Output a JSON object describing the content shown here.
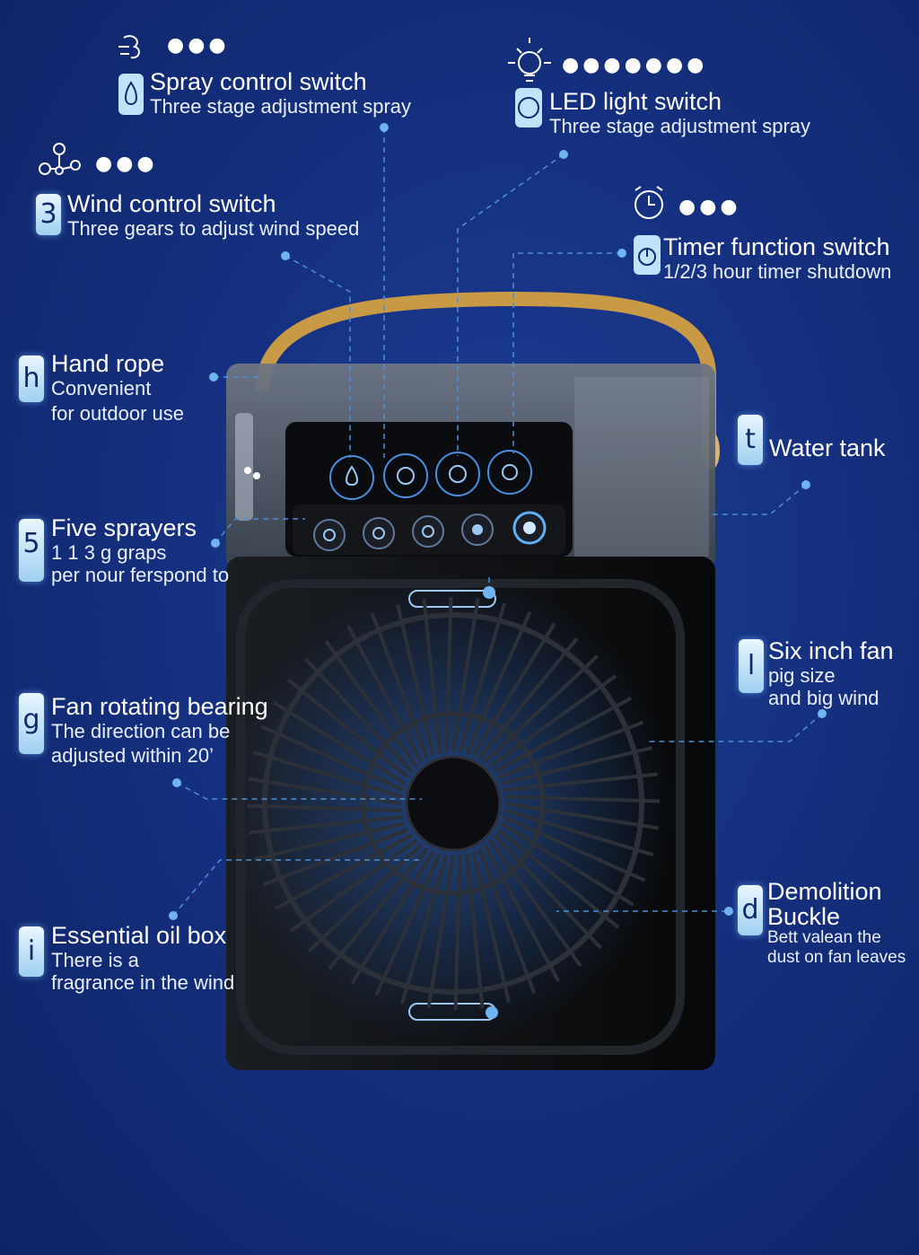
{
  "callouts": {
    "spray": {
      "title": "Spray control switch",
      "sub": "Three stage adjustment spray"
    },
    "led": {
      "title": "LED light switch",
      "sub": "Three stage adjustment spray"
    },
    "wind": {
      "badge": "3",
      "title": "Wind control switch",
      "sub": "Three gears to adjust wind speed"
    },
    "timer": {
      "title": "Timer function switch",
      "sub": "1/2/3 hour timer shutdown"
    },
    "hand": {
      "badge": "h",
      "title": "Hand rope",
      "sub1": "Convenient",
      "sub2": "for outdoor use"
    },
    "water": {
      "badge": "t",
      "title": "Water tank"
    },
    "sprayers": {
      "badge": "5",
      "title": "Five sprayers",
      "sub1": "1 1 3 g graps",
      "sub2": "per nour ferspond to"
    },
    "fan": {
      "badge": "l",
      "title": "Six inch fan",
      "sub1": "pig size",
      "sub2": "and big wind"
    },
    "bearing": {
      "badge": "g",
      "title": "Fan rotating bearing",
      "sub1": "The direction can be",
      "sub2": "adjusted within 20’"
    },
    "oil": {
      "badge": "i",
      "title": "Essential oil box",
      "sub1": "There is a",
      "sub2": "fragrance in the wind"
    },
    "buckle": {
      "badge": "d",
      "title1": "Demolition",
      "title2": "Buckle",
      "sub1": "Bett valean the",
      "sub2": "dust on fan leaves"
    }
  },
  "dots": {
    "three": "●●●",
    "seven": "●●●●●●●"
  },
  "icons": [
    "spray-icon",
    "led-icon",
    "wind-icon",
    "timer-icon",
    "water-drop-icon",
    "power-icon",
    "alarm-clock-icon",
    "bulb-icon"
  ],
  "colors": {
    "background": "#15307f",
    "badge": "#bfe3fb",
    "handle": "#c99a45",
    "body": "#111317",
    "accent": "#6fb4f0"
  }
}
